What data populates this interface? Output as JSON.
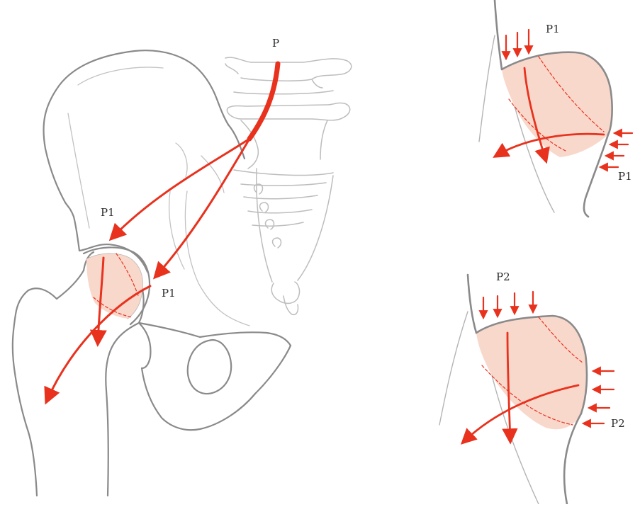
{
  "labels": {
    "load_source": "P",
    "main_left_upper": "P1",
    "main_right": "P1",
    "inset1_top": "P1",
    "inset1_side": "P1",
    "inset2_top": "P2",
    "inset2_side": "P2"
  },
  "colors": {
    "bone_outline": "#8a8a8a",
    "bone_thin": "#b4b4b4",
    "force_arrow": "#e8321e",
    "load_zone_fill": "#f9d8cc",
    "load_zone_dash": "#e8321e",
    "label_text": "#2b2b2b"
  }
}
